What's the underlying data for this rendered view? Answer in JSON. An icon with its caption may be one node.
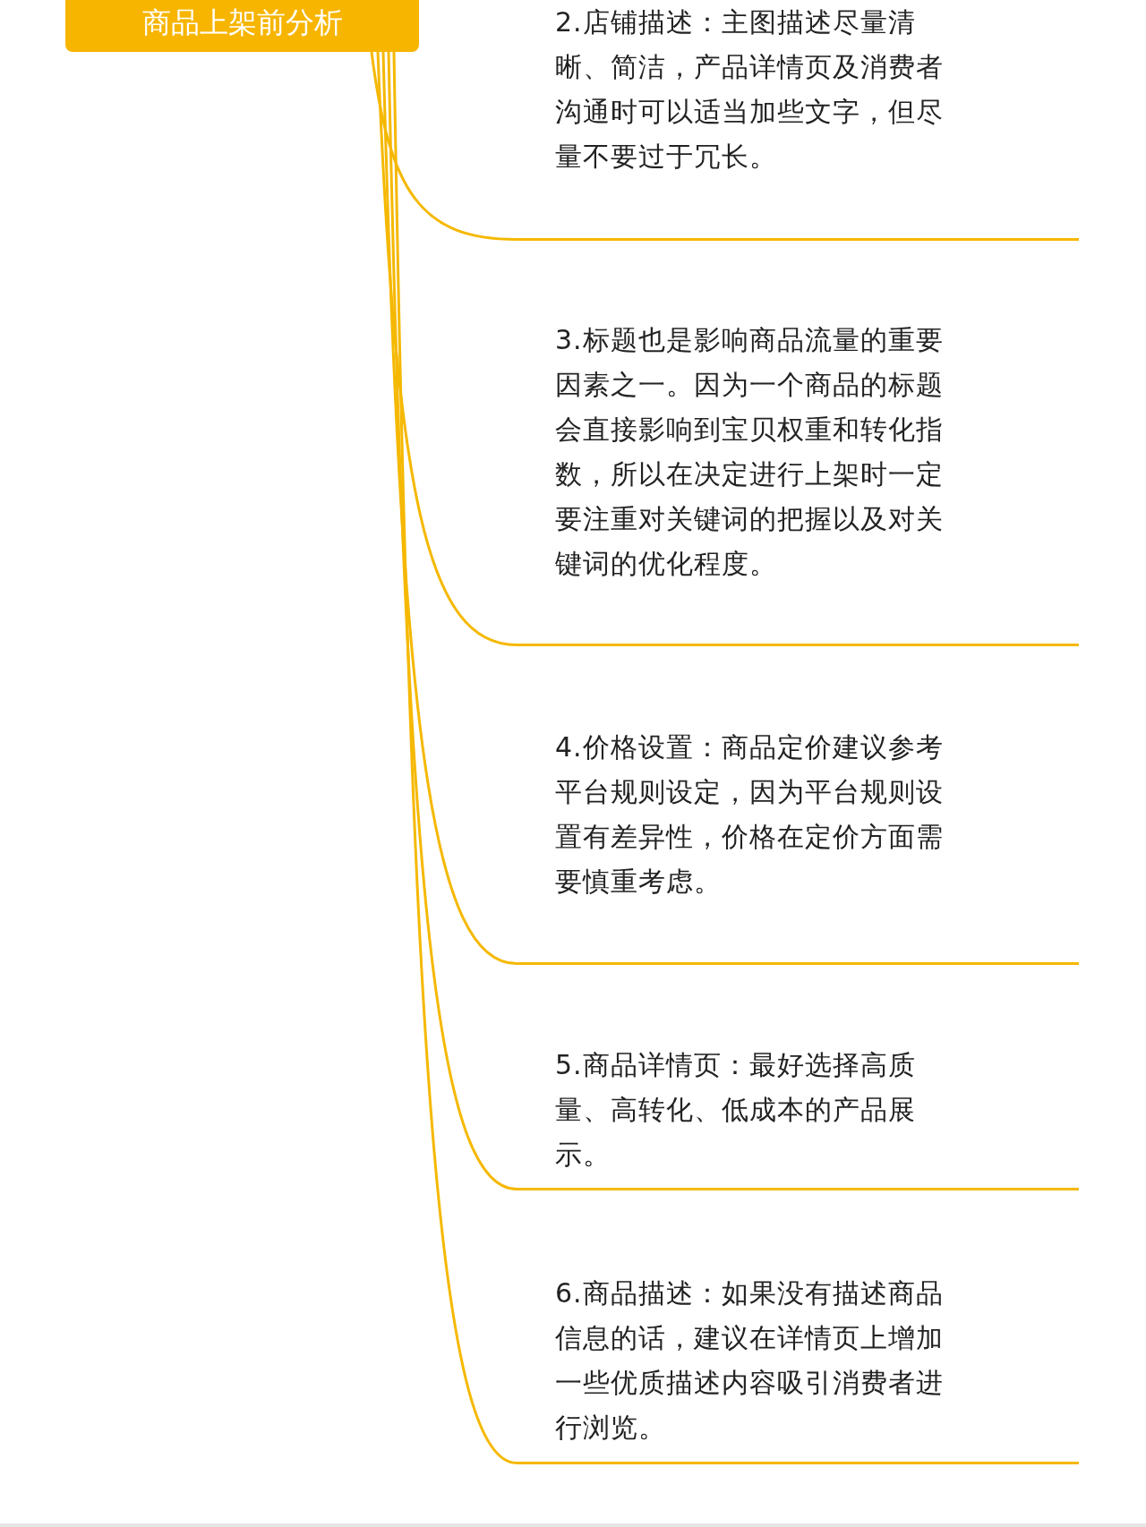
{
  "diagram": {
    "nodes": [
      {
        "text": [
          "商品上架前分析"
        ]
      },
      {
        "text": [
          "2.店铺描述：主图描述尽量清晰、简洁，产品详情页及消费者沟通时可以适当加些文字，但尽量不要过于冗长。"
        ]
      },
      {
        "text": [
          "3.标题也是影响商品流量的重要因素之一。因为一个商品的标题会直接影响到宝贝权重和转化指数，所以在决定进行上架时一定要注重对关键词的把握以及对关键词的优化程度。"
        ]
      },
      {
        "text": [
          "4.价格设置：商品定价建议参考平台规则设定，因为平台规则设置有差异性，价格在定价方面需要慎重考虑。"
        ]
      },
      {
        "text": [
          "5.商品详情页：最好选择高质量、高转化、低成本的产品展示。"
        ]
      },
      {
        "text": [
          "6.商品描述：如果没有描述商品信息的话，建议在详情页上增加一些优质描述内容吸引消费者进行浏览。"
        ]
      }
    ],
    "edges": [
      {
        "from": 0,
        "to": 1,
        "arrow": "none"
      },
      {
        "from": 0,
        "to": 2,
        "arrow": "none"
      },
      {
        "from": 0,
        "to": 3,
        "arrow": "none"
      },
      {
        "from": 0,
        "to": 4,
        "arrow": "none"
      },
      {
        "from": 0,
        "to": 5,
        "arrow": "none"
      }
    ]
  }
}
